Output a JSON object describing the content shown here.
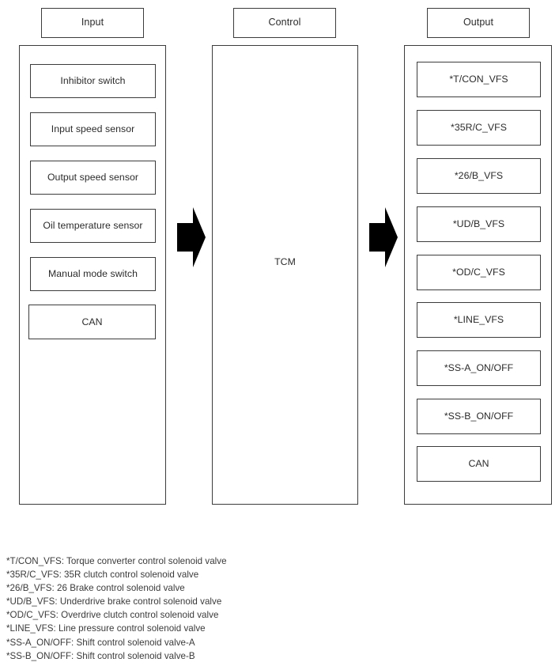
{
  "diagram": {
    "title": "TCM Input / Control / Output block diagram",
    "colors": {
      "box_border": "#3c3c3c",
      "text": "#2b2b2b",
      "legend_text": "#3a3a3a",
      "arrow_fill": "#000000",
      "background": "#ffffff"
    }
  },
  "columns": {
    "input": {
      "header": "Input",
      "items": [
        {
          "label": "Inhibitor switch"
        },
        {
          "label": "Input speed sensor"
        },
        {
          "label": "Output speed sensor"
        },
        {
          "label": "Oil temperature sensor"
        },
        {
          "label": "Manual mode switch"
        },
        {
          "label": "CAN"
        }
      ]
    },
    "control": {
      "header": "Control",
      "unit_label": "TCM"
    },
    "output": {
      "header": "Output",
      "items": [
        {
          "label": "*T/CON_VFS"
        },
        {
          "label": "*35R/C_VFS"
        },
        {
          "label": "*26/B_VFS"
        },
        {
          "label": "*UD/B_VFS"
        },
        {
          "label": "*OD/C_VFS"
        },
        {
          "label": "*LINE_VFS"
        },
        {
          "label": "*SS-A_ON/OFF"
        },
        {
          "label": "*SS-B_ON/OFF"
        },
        {
          "label": "CAN"
        }
      ]
    }
  },
  "arrows": [
    {
      "name": "input-to-control",
      "direction": "right"
    },
    {
      "name": "control-to-output",
      "direction": "right"
    }
  ],
  "legend": {
    "lines": [
      "*T/CON_VFS: Torque converter control solenoid valve",
      "*35R/C_VFS: 35R clutch control solenoid valve",
      "*26/B_VFS: 26 Brake control solenoid valve",
      "*UD/B_VFS: Underdrive brake control solenoid valve",
      "*OD/C_VFS: Overdrive clutch control solenoid valve",
      "*LINE_VFS: Line pressure control solenoid valve",
      "*SS-A_ON/OFF: Shift control solenoid valve-A",
      "*SS-B_ON/OFF: Shift control solenoid valve-B"
    ]
  }
}
